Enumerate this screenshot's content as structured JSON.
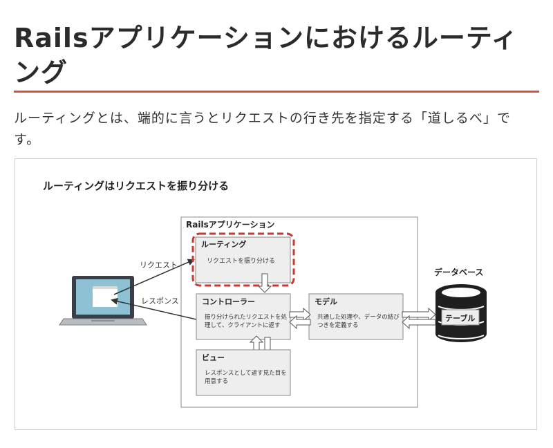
{
  "article": {
    "title": "Railsアプリケーションにおけるルーティング",
    "lead": "ルーティングとは、端的に言うとリクエストの行き先を指定する「道しるべ」です。"
  },
  "diagram": {
    "heading": "ルーティングはリクエストを振り分ける",
    "app_label": "Railsアプリケーション",
    "routing": {
      "title": "ルーティング",
      "desc": "リクエストを振り分ける"
    },
    "controller": {
      "title": "コントローラー",
      "desc_line1": "振り分けられたリクエストを処",
      "desc_line2": "理して、クライアントに返す"
    },
    "model": {
      "title": "モデル",
      "desc_line1": "共通した処理や、データの結び",
      "desc_line2": "つきを定義する"
    },
    "view": {
      "title": "ビュー",
      "desc_line1": "レスポンスとして返す見た目を",
      "desc_line2": "用意する"
    },
    "database": {
      "label": "データベース",
      "table": "テーブル"
    },
    "request_label": "リクエスト",
    "response_label": "レスポンス",
    "colors": {
      "accent_rule": "#d6503a",
      "routing_highlight": "#c43a2e",
      "box_fill": "#eeeeee"
    }
  }
}
